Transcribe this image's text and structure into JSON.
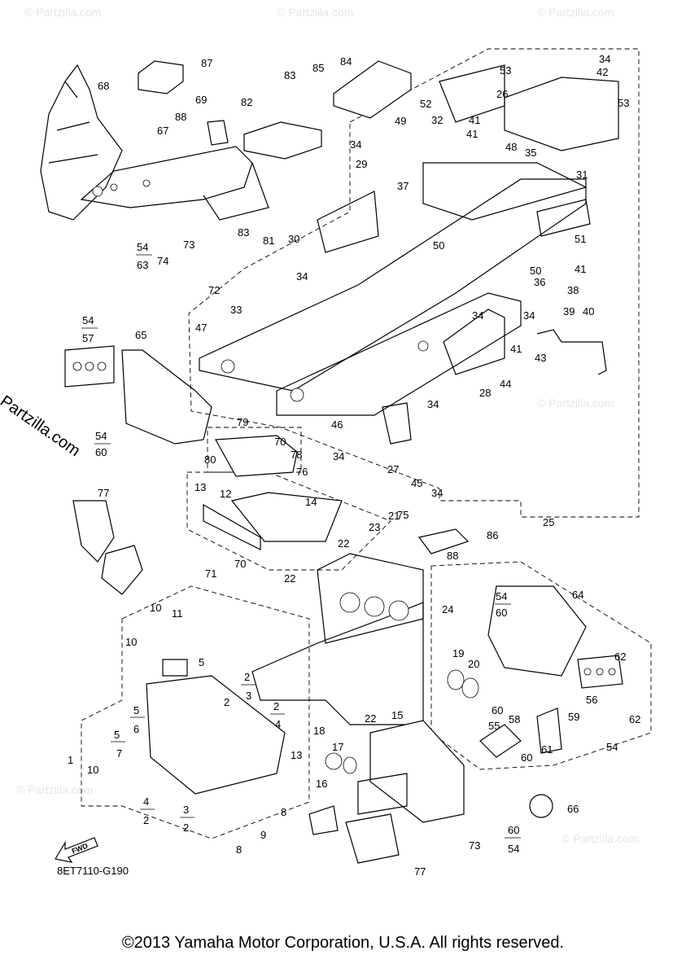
{
  "diagram": {
    "code": "8ET7110-G190",
    "copyright": "©2013 Yamaha Motor Corporation, U.S.A. All rights reserved.",
    "side_watermark": "© Partzilla.com",
    "bg_watermark": "© Partzilla.com",
    "fwd_label": "FWD",
    "callouts": [
      "1",
      "2",
      "3",
      "4",
      "5",
      "6",
      "7",
      "8",
      "9",
      "10",
      "11",
      "12",
      "13",
      "14",
      "15",
      "16",
      "17",
      "18",
      "19",
      "20",
      "21",
      "22",
      "23",
      "24",
      "25",
      "26",
      "27",
      "28",
      "29",
      "30",
      "31",
      "32",
      "33",
      "34",
      "35",
      "36",
      "37",
      "38",
      "39",
      "40",
      "41",
      "42",
      "43",
      "44",
      "45",
      "46",
      "47",
      "48",
      "49",
      "50",
      "51",
      "52",
      "53",
      "54",
      "55",
      "56",
      "57",
      "58",
      "59",
      "60",
      "61",
      "62",
      "63",
      "64",
      "65",
      "66",
      "67",
      "68",
      "69",
      "70",
      "71",
      "72",
      "73",
      "74",
      "75",
      "76",
      "77",
      "78",
      "79",
      "80",
      "81",
      "82",
      "83",
      "84",
      "85",
      "86",
      "87",
      "88"
    ]
  }
}
